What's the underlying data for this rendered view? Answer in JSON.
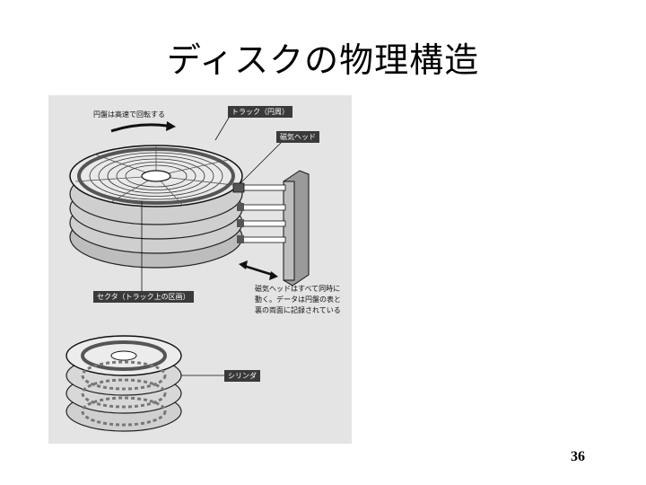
{
  "slide": {
    "title": "ディスクの物理構造",
    "page_number": "36"
  },
  "figure": {
    "rotation_label": "円盤は高速で回転する",
    "track_label": "トラック（円周）",
    "head_label": "磁気ヘッド",
    "sector_label": "セクタ（トラック上の区画）",
    "cylinder_label": "シリンダ",
    "note_lines": [
      "磁気ヘッドはすべて同時に",
      "動く。データは円盤の表と",
      "裏の両面に記録されている"
    ]
  }
}
